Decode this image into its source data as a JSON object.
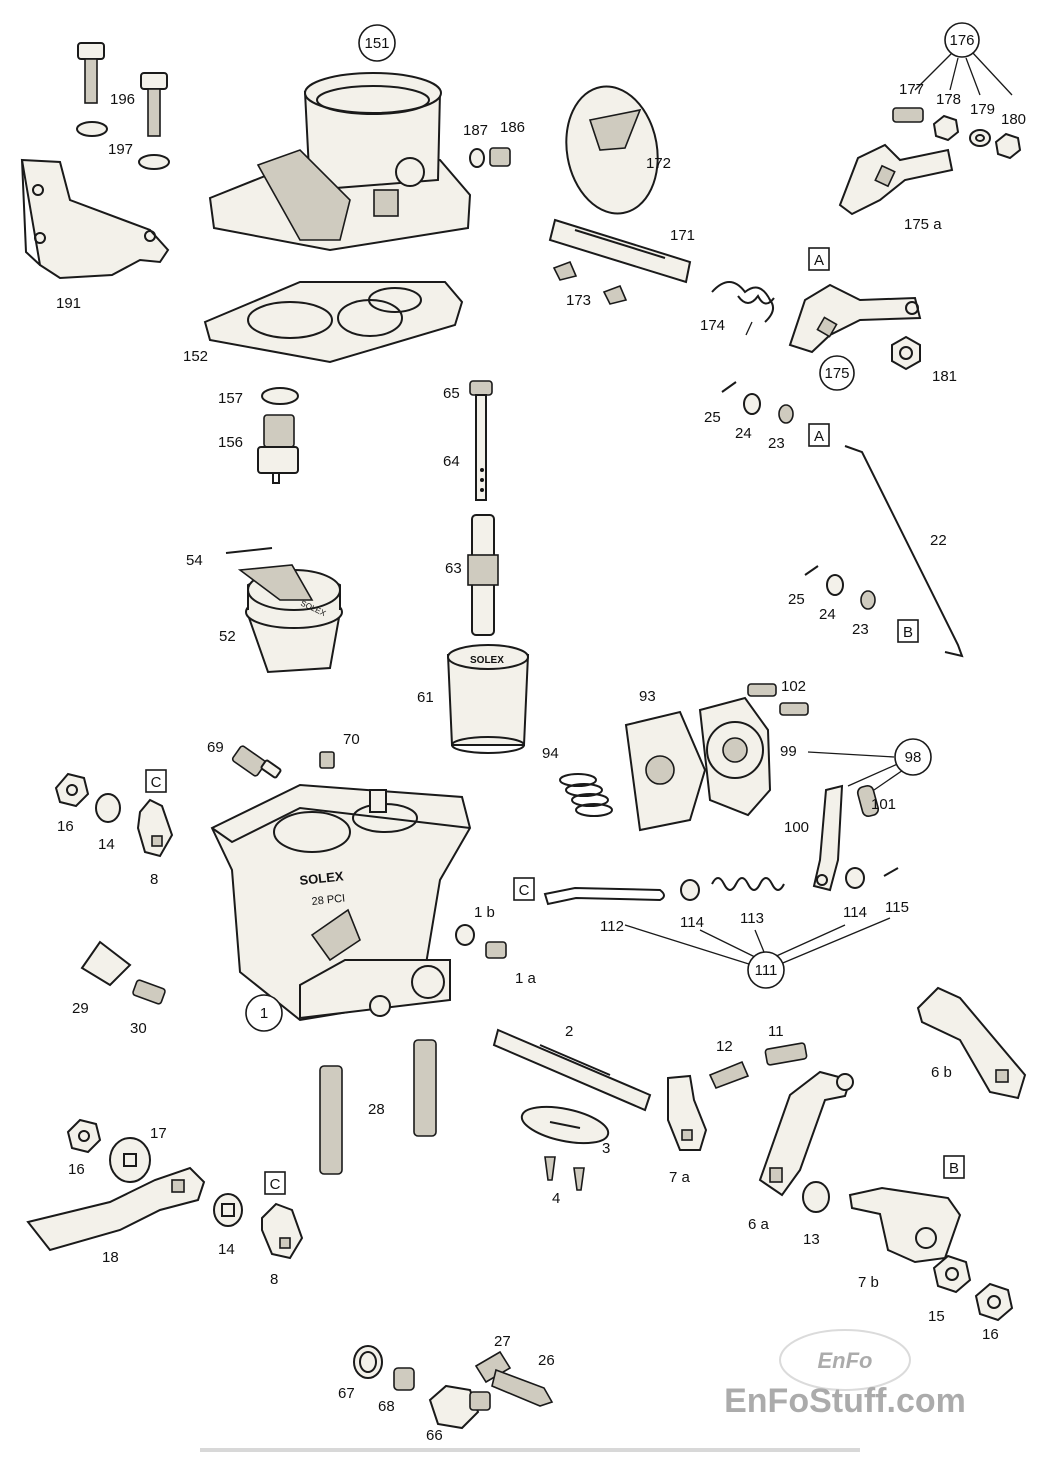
{
  "labels": {
    "l151": "151",
    "l196": "196",
    "l197": "197",
    "l191": "191",
    "l187": "187",
    "l186": "186",
    "l152": "152",
    "l157": "157",
    "l156": "156",
    "l54": "54",
    "l52": "52",
    "l65": "65",
    "l64": "64",
    "l63": "63",
    "l61": "61",
    "l172": "172",
    "l171": "171",
    "l173": "173",
    "l174": "174",
    "l175": "175",
    "l181": "181",
    "l176": "176",
    "l177": "177",
    "l178": "178",
    "l179": "179",
    "l180": "180",
    "l175a": "175 a",
    "lA1": "A",
    "lA2": "A",
    "lB1": "B",
    "lB2": "B",
    "lC1": "C",
    "lC2": "C",
    "lC3": "C",
    "l25a": "25",
    "l24a": "24",
    "l23a": "23",
    "l22": "22",
    "l25b": "25",
    "l24b": "24",
    "l23b": "23",
    "l102": "102",
    "l93": "93",
    "l94": "94",
    "l99": "99",
    "l98": "98",
    "l101": "101",
    "l100": "100",
    "l69": "69",
    "l70": "70",
    "l16a": "16",
    "l14a": "14",
    "l8a": "8",
    "l1b": "1 b",
    "l1a": "1 a",
    "l1": "1",
    "l29": "29",
    "l30": "30",
    "l112": "112",
    "l114a": "114",
    "l113": "113",
    "l114b": "114",
    "l115": "115",
    "l111": "111",
    "l28": "28",
    "l2": "2",
    "l3": "3",
    "l4": "4",
    "l12": "12",
    "l11": "11",
    "l7a": "7 a",
    "l6a": "6 a",
    "l13": "13",
    "l6b": "6 b",
    "l7b": "7 b",
    "l15": "15",
    "l16c": "16",
    "l16b": "16",
    "l17": "17",
    "l18": "18",
    "l14b": "14",
    "l8b": "8",
    "l67": "67",
    "l68": "68",
    "l66": "66",
    "l27": "27",
    "l26": "26",
    "solex1": "SOLEX",
    "solex2": "SOLEX",
    "solex3": "SOLEX",
    "model": "28 PCI"
  },
  "watermark": {
    "logo": "EnFo",
    "site": "EnFoStuff.com"
  }
}
